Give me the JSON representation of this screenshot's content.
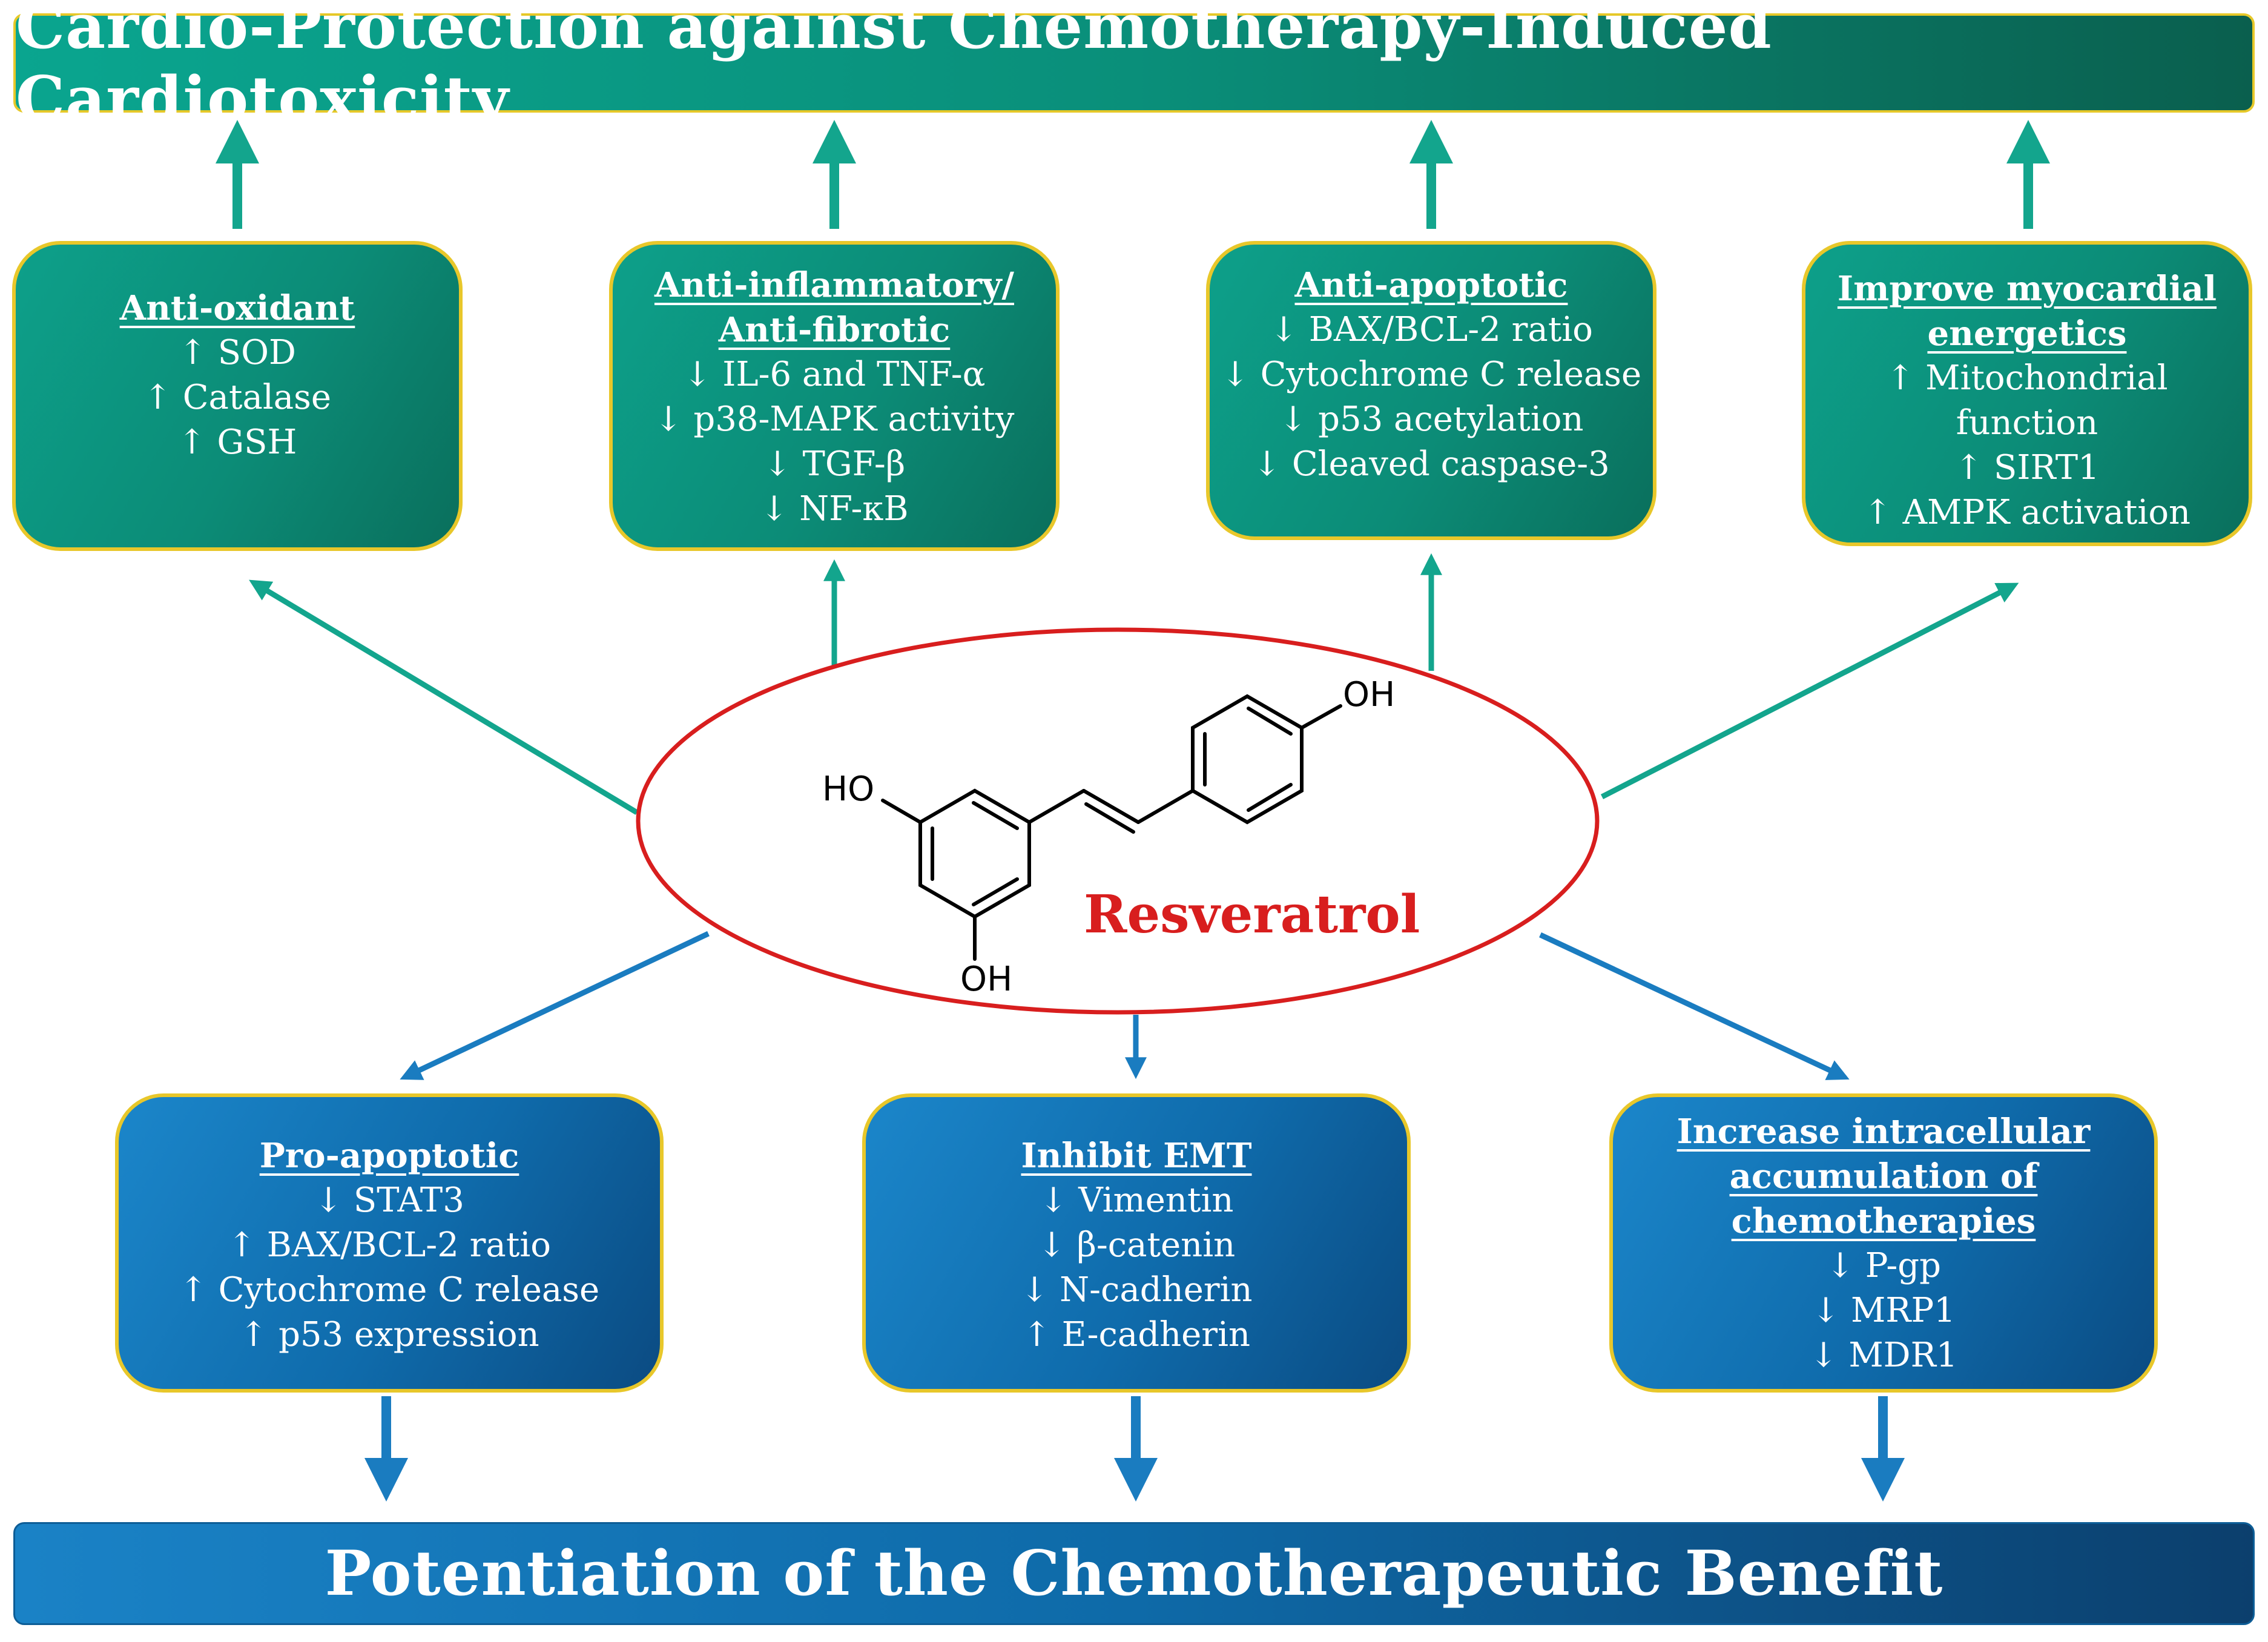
{
  "top_banner": "Cardio-Protection against Chemotherapy-Induced Cardiotoxicity",
  "bottom_banner": "Potentiation of the Chemotherapeutic Benefit",
  "center": {
    "label": "Resveratrol",
    "atoms": {
      "oh_top": "OH",
      "ho_left": "HO",
      "oh_bottom": "OH"
    }
  },
  "green_boxes": [
    {
      "heading": [
        "Anti-oxidant"
      ],
      "items": [
        "↑ SOD",
        "↑ Catalase",
        "↑ GSH"
      ]
    },
    {
      "heading": [
        "Anti-inflammatory/",
        "Anti-fibrotic"
      ],
      "items": [
        "↓ IL-6 and TNF-α",
        "↓ p38-MAPK activity",
        "↓ TGF-β",
        "↓ NF-κB"
      ]
    },
    {
      "heading": [
        "Anti-apoptotic"
      ],
      "items": [
        "↓ BAX/BCL-2 ratio",
        "↓ Cytochrome C release",
        "↓ p53 acetylation",
        "↓ Cleaved caspase-3"
      ]
    },
    {
      "heading": [
        "Improve myocardial",
        "energetics"
      ],
      "items": [
        "↑ Mitochondrial",
        "function",
        "↑ SIRT1",
        "↑ AMPK activation"
      ]
    }
  ],
  "blue_boxes": [
    {
      "heading": [
        "Pro-apoptotic"
      ],
      "items": [
        "↓ STAT3",
        "↑ BAX/BCL-2 ratio",
        "↑ Cytochrome C release",
        "↑ p53 expression"
      ]
    },
    {
      "heading": [
        "Inhibit EMT"
      ],
      "items": [
        "↓ Vimentin",
        "↓ β-catenin",
        "↓ N-cadherin",
        "↑ E-cadherin"
      ]
    },
    {
      "heading": [
        "Increase intracellular",
        "accumulation of",
        "chemotherapies"
      ],
      "items": [
        "↓ P-gp",
        "↓ MRP1",
        "↓ MDR1"
      ]
    }
  ],
  "colors": {
    "green_arrow": "#13a58d",
    "blue_arrow": "#1a7cc0",
    "ellipse_border": "#d81e1e",
    "box_border": "#e8c72a"
  }
}
